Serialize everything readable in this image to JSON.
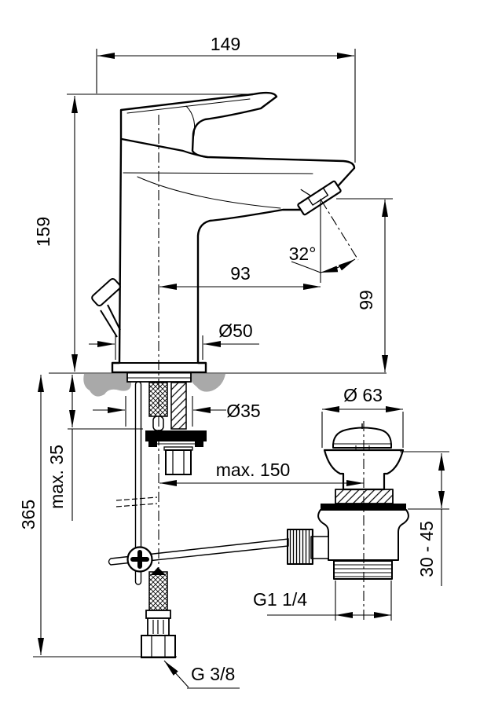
{
  "drawing": {
    "title": "Basin mixer with pop-up waste - dimensional drawing",
    "dimensions": {
      "overall_projection": "149",
      "body_height": "159",
      "spout_reach": "93",
      "jet_angle": "32°",
      "outlet_height": "99",
      "base_diameter": "Ø50",
      "hole_diameter": "Ø35",
      "max_deck_thickness": "max. 35",
      "total_height": "365",
      "max_waste_distance": "max. 150",
      "waste_cap_diameter": "Ø 63",
      "clamping_range": "30 - 45",
      "waste_thread": "G1 1/4",
      "hose_thread": "G 3/8"
    },
    "colors": {
      "line": "#000000",
      "counter": "#a9a9a9",
      "background": "#ffffff"
    }
  }
}
